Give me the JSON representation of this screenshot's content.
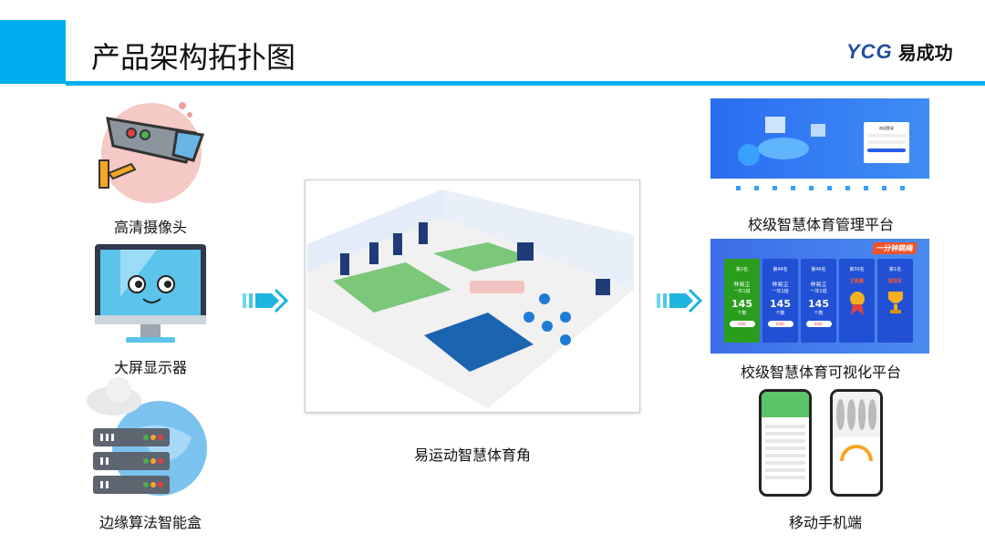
{
  "header": {
    "title": "产品架构拓扑图",
    "logo_text": "YCG",
    "logo_cn": "易成功",
    "accent": "#00aeef"
  },
  "left": {
    "items": [
      {
        "label": "高清摄像头",
        "icon": "camera-icon"
      },
      {
        "label": "大屏显示器",
        "icon": "monitor-icon"
      },
      {
        "label": "边缘算法智能盒",
        "icon": "server-cloud-icon"
      }
    ]
  },
  "center": {
    "label": "易运动智慧体育角"
  },
  "right": {
    "platform1": {
      "label": "校级智慧体育管理平台",
      "login_title": "欢迎登录"
    },
    "platform2": {
      "label": "校级智慧体育可视化平台",
      "banner": "一分钟跳绳",
      "cards": [
        {
          "rank": "第2名",
          "name": "林易尘",
          "class": "一年1班",
          "count": "145",
          "unit": "个数",
          "time": "60秒",
          "color": "#2a9d1c"
        },
        {
          "rank": "第44名",
          "name": "林易尘",
          "class": "一年1班",
          "count": "145",
          "unit": "个数",
          "time": "60秒",
          "color": "#2150d4"
        },
        {
          "rank": "第46名",
          "name": "林易尘",
          "class": "一年1班",
          "count": "145",
          "unit": "个数",
          "time": "60秒",
          "color": "#2150d4"
        },
        {
          "rank": "第30名",
          "badge": "正能量",
          "color": "#2150d4"
        },
        {
          "rank": "第1名",
          "badge": "跳冠军",
          "color": "#2150d4"
        }
      ]
    },
    "mobile": {
      "label": "移动手机端"
    }
  }
}
